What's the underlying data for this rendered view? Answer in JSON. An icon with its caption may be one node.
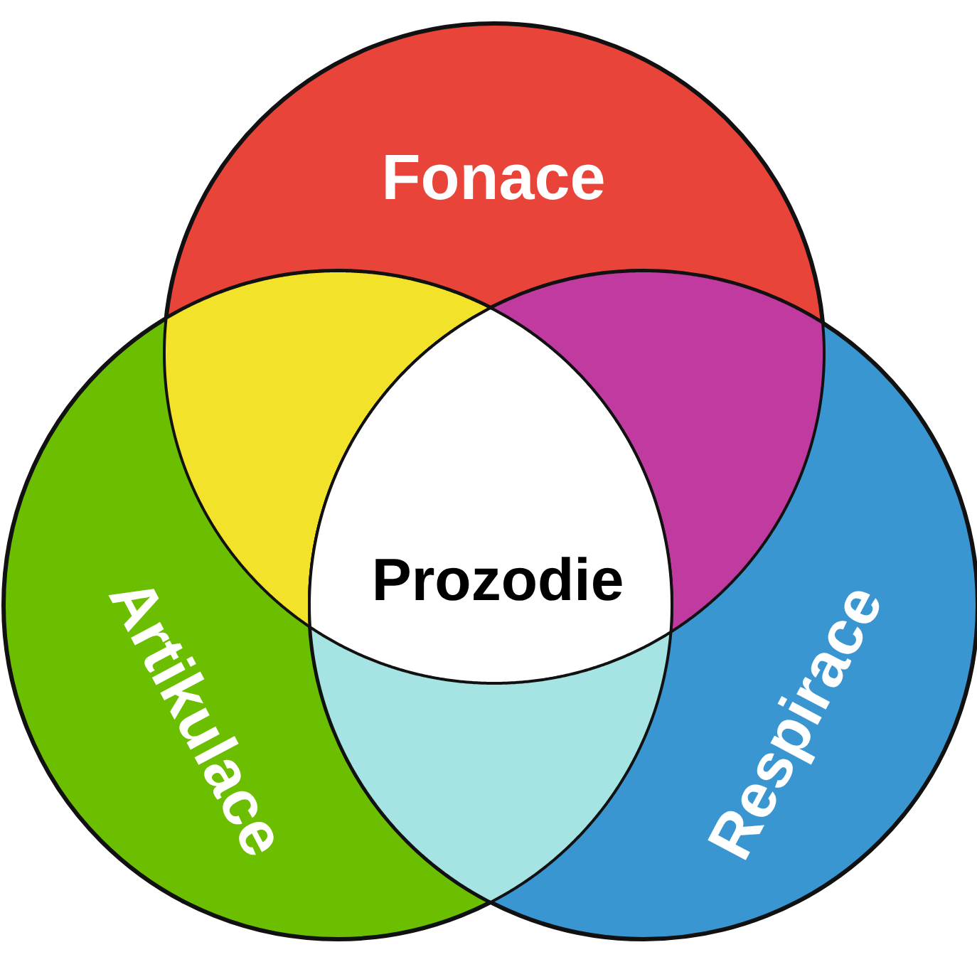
{
  "diagram": {
    "nodes": [
      {
        "text": [
          "Fonace"
        ]
      },
      {
        "text": [
          "Artikulace"
        ]
      },
      {
        "text": [
          "Respirace"
        ]
      },
      {
        "text": [
          "Prozodie"
        ]
      },
      {
        "text": [],
        "shape": "lens"
      },
      {
        "text": [],
        "shape": "lens"
      },
      {
        "text": [],
        "shape": "lens"
      }
    ]
  }
}
